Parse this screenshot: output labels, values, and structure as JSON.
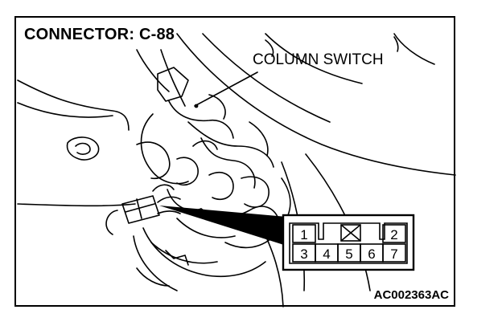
{
  "diagram": {
    "title": "CONNECTOR: C-88",
    "callout_label": "COLUMN SWITCH",
    "figure_code": "AC002363AC",
    "connector_pins": {
      "top_row": [
        "1",
        "2"
      ],
      "bottom_row": [
        "3",
        "4",
        "5",
        "6",
        "7"
      ]
    }
  }
}
